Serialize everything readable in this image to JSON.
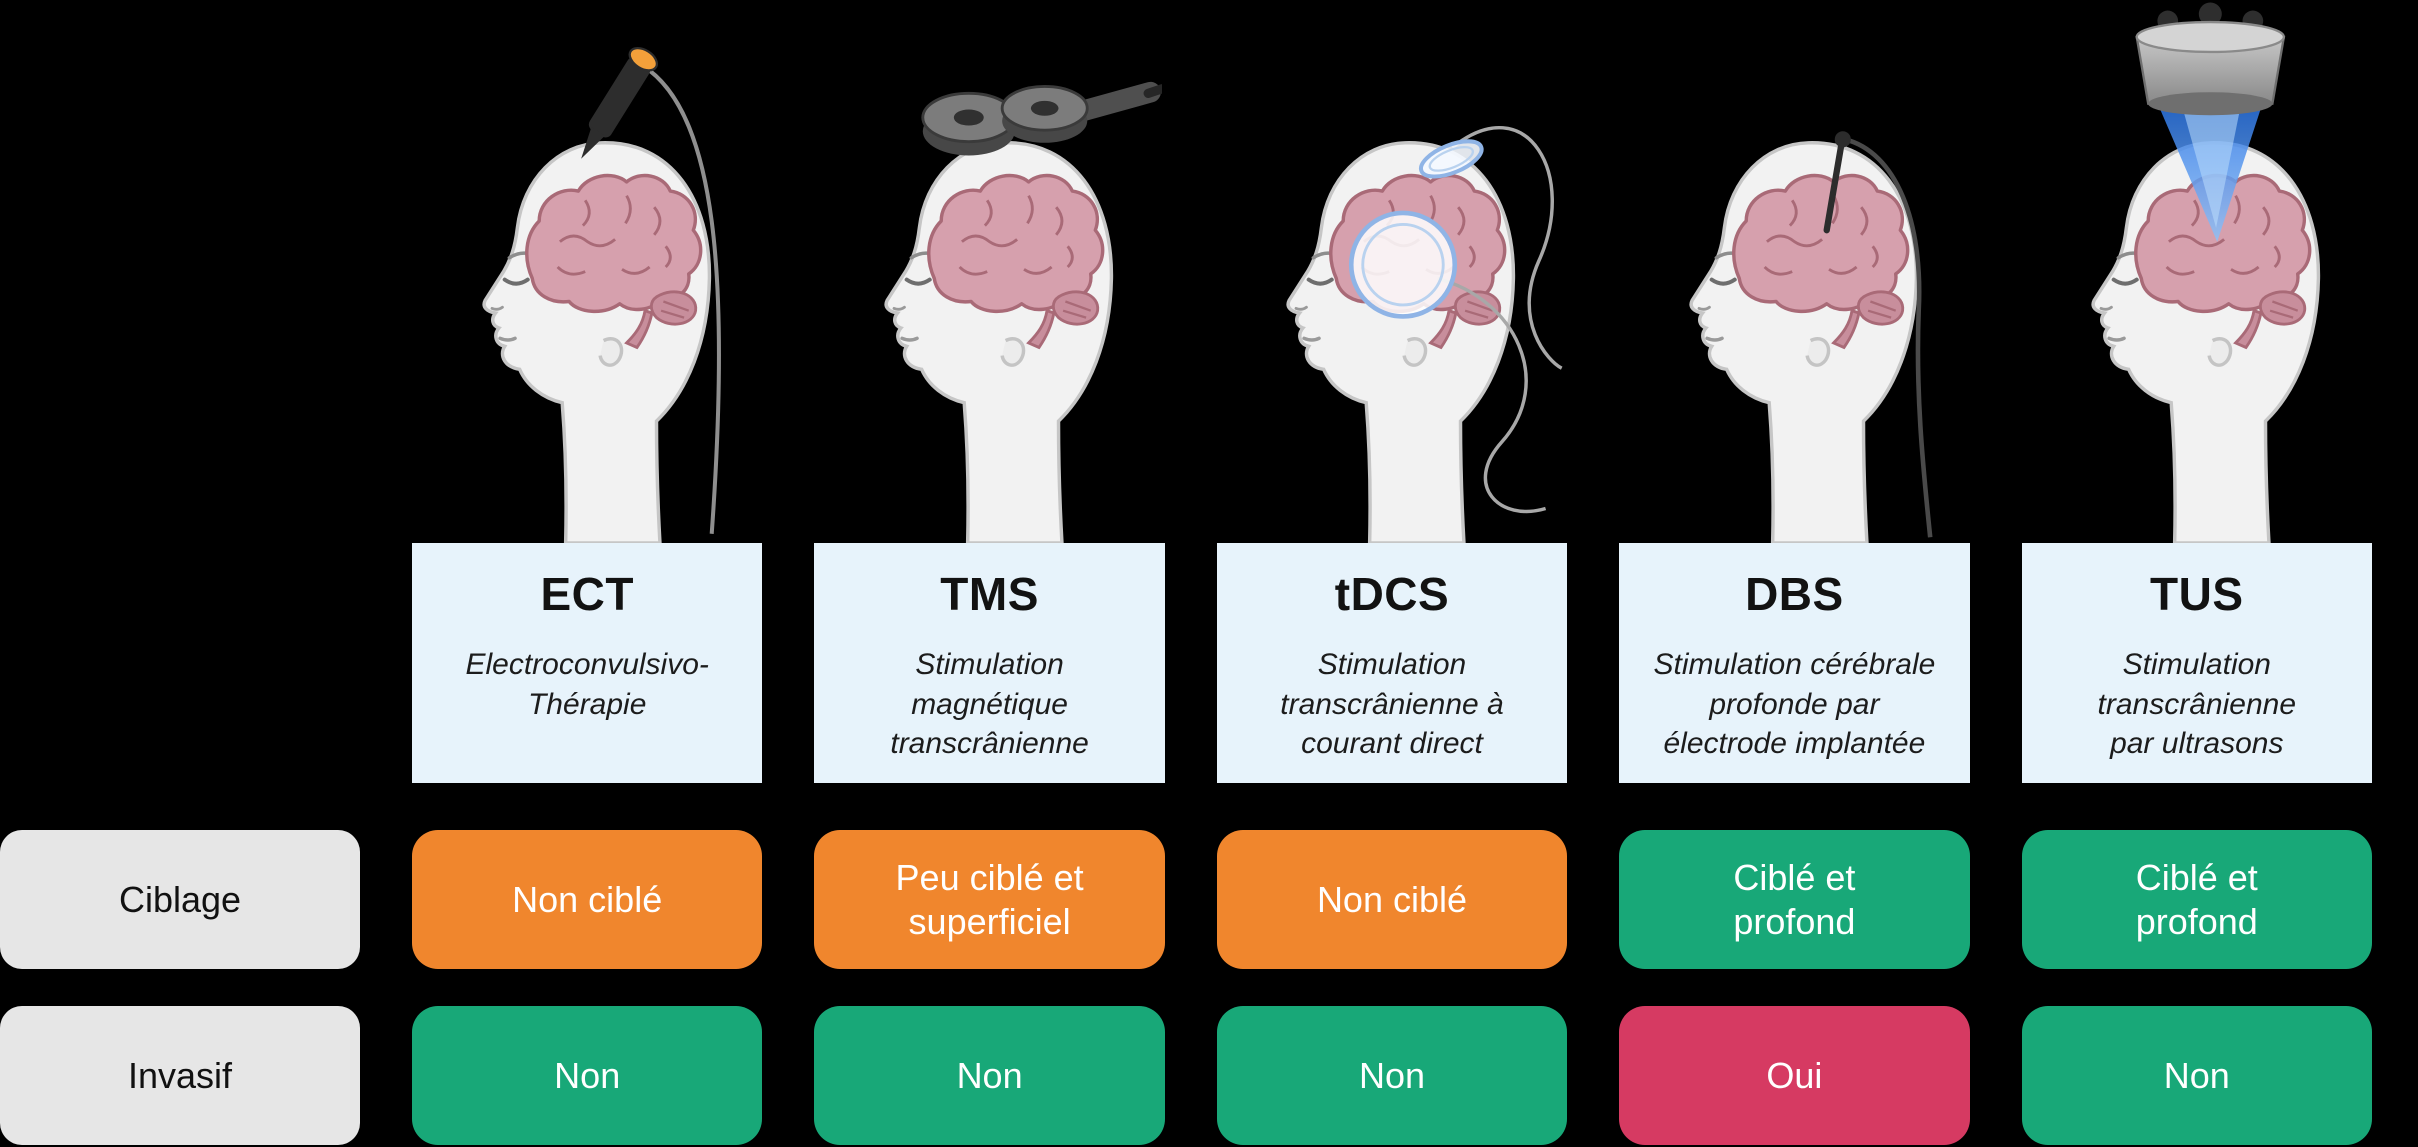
{
  "techniques": [
    {
      "abbr": "ECT",
      "name": "Electroconvulsivo-\nThérapie",
      "device_icon": "ect-electrode-stylus-icon",
      "ciblage": "Non ciblé",
      "ciblage_color": "#F0862D",
      "invasif": "Non",
      "invasif_color": "#18A878"
    },
    {
      "abbr": "TMS",
      "name": "Stimulation\nmagnétique\ntranscrânienne",
      "device_icon": "tms-figure8-coil-icon",
      "ciblage": "Peu ciblé et\nsuperficiel",
      "ciblage_color": "#F0862D",
      "invasif": "Non",
      "invasif_color": "#18A878"
    },
    {
      "abbr": "tDCS",
      "name": "Stimulation\ntranscrânienne à\ncourant direct",
      "device_icon": "tdcs-electrode-pads-icon",
      "ciblage": "Non ciblé",
      "ciblage_color": "#F0862D",
      "invasif": "Non",
      "invasif_color": "#18A878"
    },
    {
      "abbr": "DBS",
      "name": "Stimulation cérébrale\nprofonde par\nélectrode implantée",
      "device_icon": "dbs-implanted-electrode-icon",
      "ciblage": "Ciblé et\nprofond",
      "ciblage_color": "#18A878",
      "invasif": "Oui",
      "invasif_color": "#D63A62"
    },
    {
      "abbr": "TUS",
      "name": "Stimulation\ntranscrânienne\npar ultrasons",
      "device_icon": "tus-ultrasound-transducer-icon",
      "ciblage": "Ciblé et\nprofond",
      "ciblage_color": "#18A878",
      "invasif": "Non",
      "invasif_color": "#18A878"
    }
  ],
  "row_labels": {
    "ciblage": "Ciblage",
    "invasif": "Invasif"
  },
  "colors": {
    "background": "#000000",
    "card_bg": "#E7F3FB",
    "label_bg": "#E6E6E6",
    "orange": "#F0862D",
    "green": "#18A878",
    "red": "#D63A62"
  }
}
